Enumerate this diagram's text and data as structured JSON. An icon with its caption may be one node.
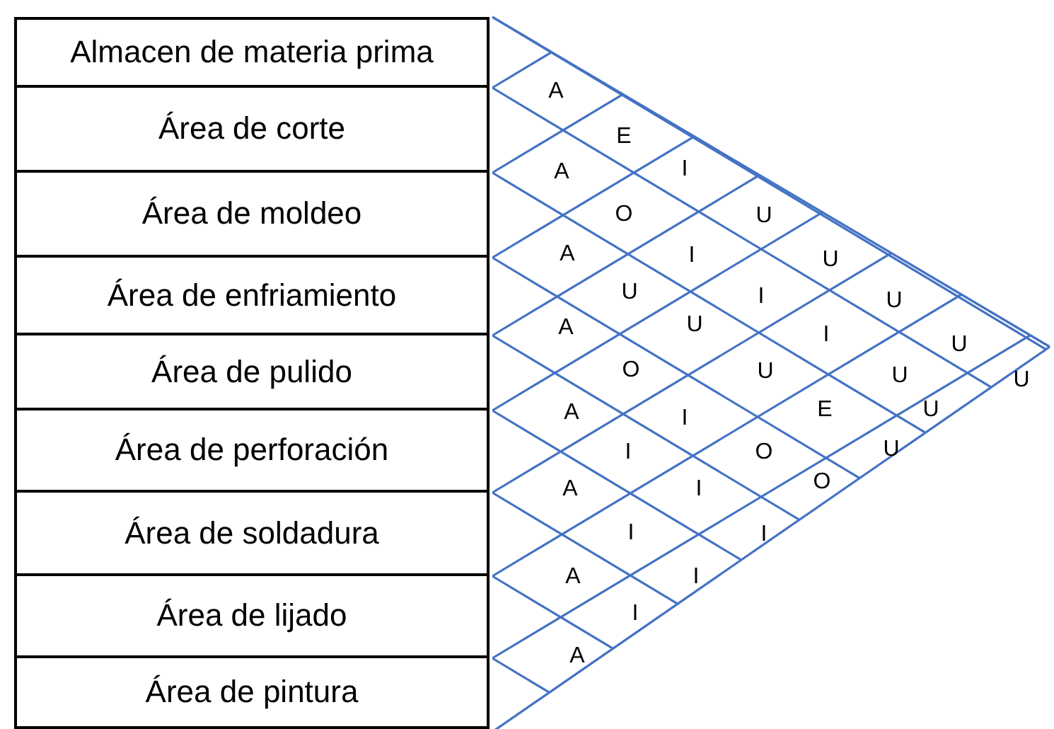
{
  "diagram": {
    "nodes": [
      {
        "text": [
          "Almacen de materia prima"
        ]
      },
      {
        "text": [
          "Área de corte"
        ]
      },
      {
        "text": [
          "Área de moldeo"
        ]
      },
      {
        "text": [
          "Área de enfriamiento"
        ]
      },
      {
        "text": [
          "Área de pulido"
        ]
      },
      {
        "text": [
          "Área de perforación"
        ]
      },
      {
        "text": [
          "Área de soldadura"
        ]
      },
      {
        "text": [
          "Área de lijado"
        ]
      },
      {
        "text": [
          "Área de pintura"
        ]
      }
    ],
    "labels": [
      "A",
      "E",
      "A",
      "I",
      "O",
      "U",
      "A",
      "I",
      "U",
      "U",
      "I",
      "U",
      "A",
      "U",
      "I",
      "U",
      "O",
      "U",
      "U",
      "U",
      "A",
      "I",
      "E",
      "U",
      "I",
      "O",
      "U",
      "A",
      "I",
      "O",
      "I",
      "I",
      "A",
      "I",
      "I",
      "A"
    ]
  }
}
